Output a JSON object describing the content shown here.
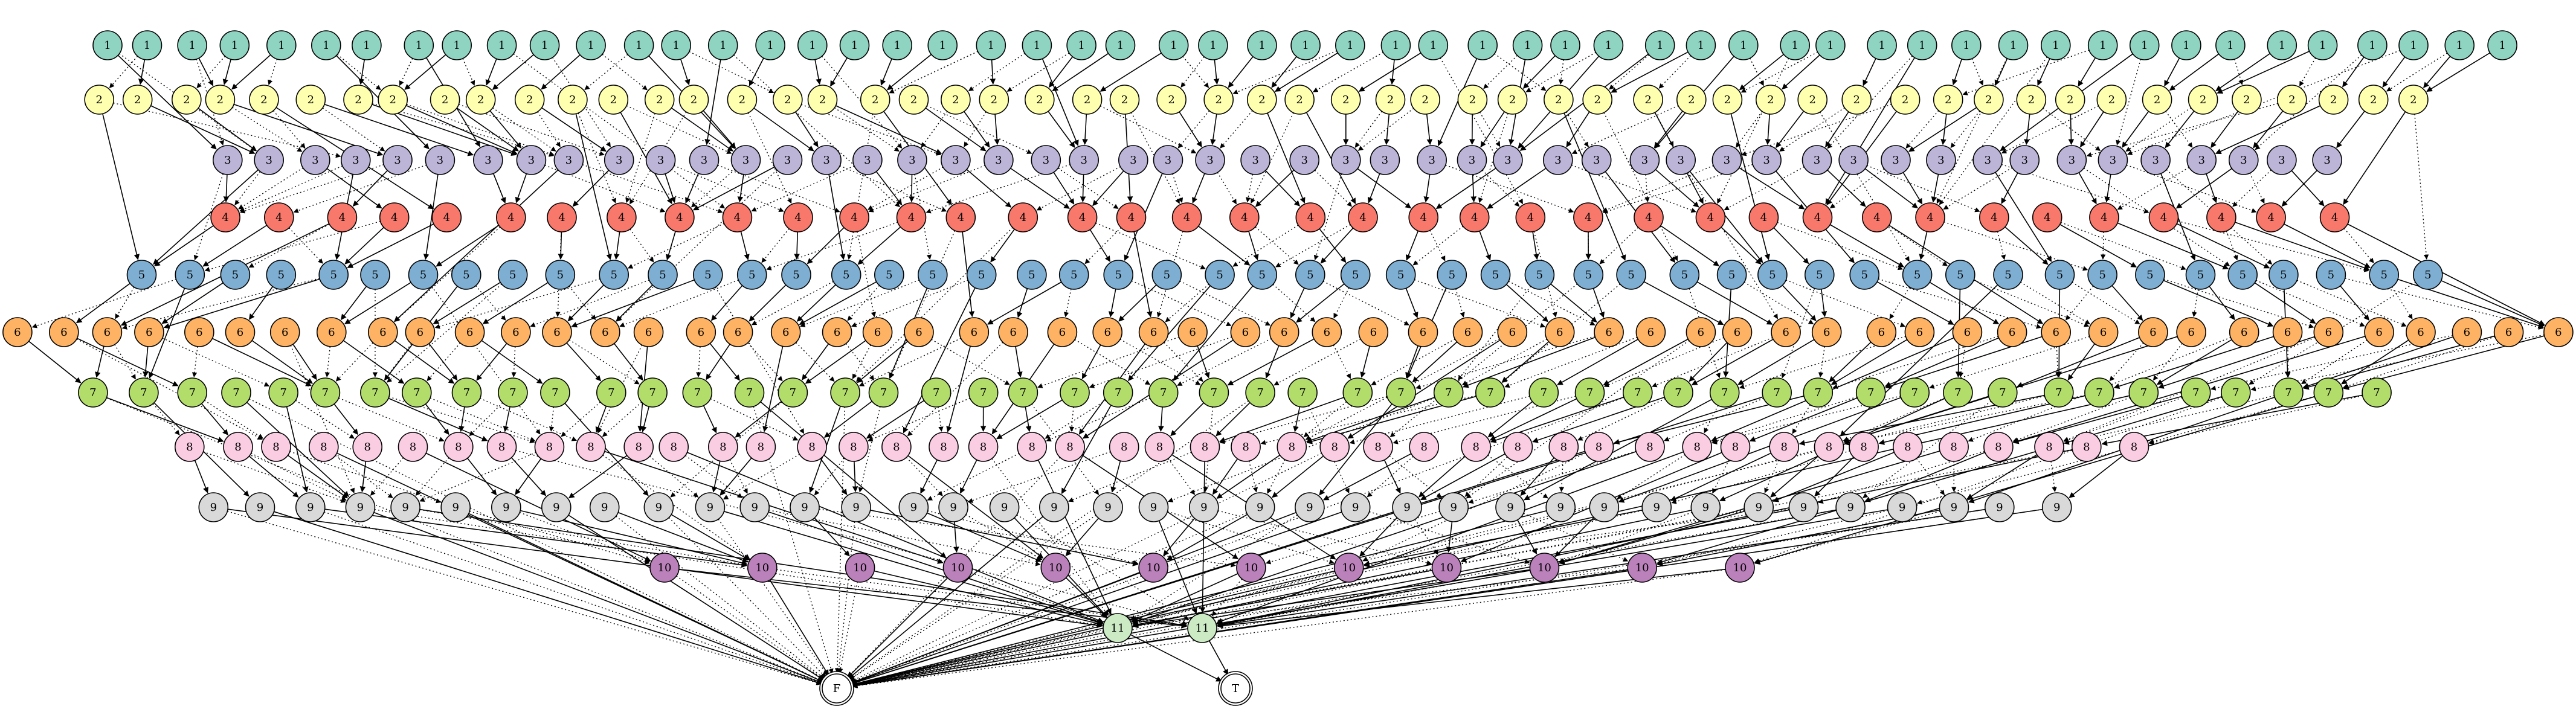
{
  "diagram": {
    "kind": "binary decision diagram",
    "node_shape": "circle",
    "terminal_shape": "double-circle",
    "solid_edge_meaning": "high",
    "dotted_edge_meaning": "low"
  },
  "levels": [
    {
      "label": "1",
      "color": "#8fd3c1",
      "count": 55
    },
    {
      "label": "2",
      "color": "#ffffb0",
      "count": 55
    },
    {
      "label": "3",
      "color": "#bcb5d8",
      "count": 50
    },
    {
      "label": "4",
      "color": "#f8786b",
      "count": 38
    },
    {
      "label": "5",
      "color": "#7eaed1",
      "count": 50
    },
    {
      "label": "6",
      "color": "#fdb363",
      "count": 57
    },
    {
      "label": "7",
      "color": "#b3dd6b",
      "count": 50
    },
    {
      "label": "8",
      "color": "#fbcde3",
      "count": 45
    },
    {
      "label": "9",
      "color": "#d9d9d9",
      "count": 38
    },
    {
      "label": "10",
      "color": "#bb81bb",
      "count": 12
    },
    {
      "label": "11",
      "color": "#ccebc5",
      "count": 2
    }
  ],
  "terminals": [
    {
      "label": "F",
      "color": "#ffffff"
    },
    {
      "label": "T",
      "color": "#ffffff"
    }
  ]
}
